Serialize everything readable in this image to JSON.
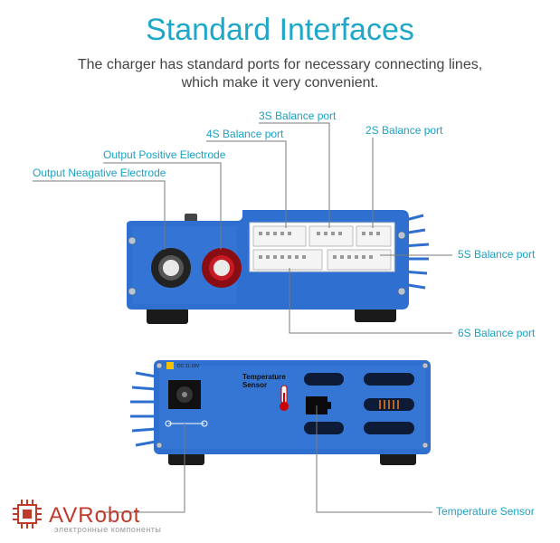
{
  "header": {
    "title": "Standard Interfaces",
    "subtitle_line1": "The charger has standard ports for necessary connecting lines,",
    "subtitle_line2": "which make it very convenient."
  },
  "callouts": {
    "balance_3s": "3S Balance port",
    "balance_4s": "4S Balance port",
    "balance_2s": "2S Balance port",
    "output_positive": "Output Positive Electrode",
    "output_negative": "Output Neagative Electrode",
    "balance_5s": "5S Balance port",
    "balance_6s": "6S Balance port",
    "temperature_sensor": "Temperature Sensor"
  },
  "device_front": {
    "temp_label_line1": "Temperature",
    "temp_label_line2": "Sensor",
    "dc_label": "DC 11-18V"
  },
  "watermark": {
    "brand": "AVRobot",
    "tagline": "электронные компоненты"
  },
  "colors": {
    "accent": "#1fa7c9",
    "device_blue": "#2f6fd0",
    "brand_red": "#c0392b"
  }
}
